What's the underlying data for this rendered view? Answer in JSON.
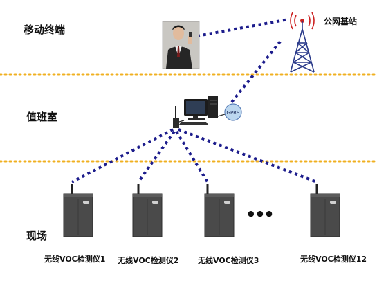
{
  "zones": {
    "mobile": "移动终端",
    "duty_room": "值班室",
    "site": "现场"
  },
  "base_station": {
    "label": "公网基站"
  },
  "gprs_label": "GPRS",
  "ellipsis": "●  ●  ●",
  "devices": [
    {
      "label": "无线VOC检测仪1"
    },
    {
      "label": "无线VOC检测仪2"
    },
    {
      "label": "无线VOC检测仪3"
    },
    {
      "label": "无线VOC检测仪12"
    }
  ],
  "colors": {
    "link": "#1c1c8c",
    "divider": "#f0b020",
    "device": "#4a4a4a",
    "tower": "#2a3a8a"
  }
}
